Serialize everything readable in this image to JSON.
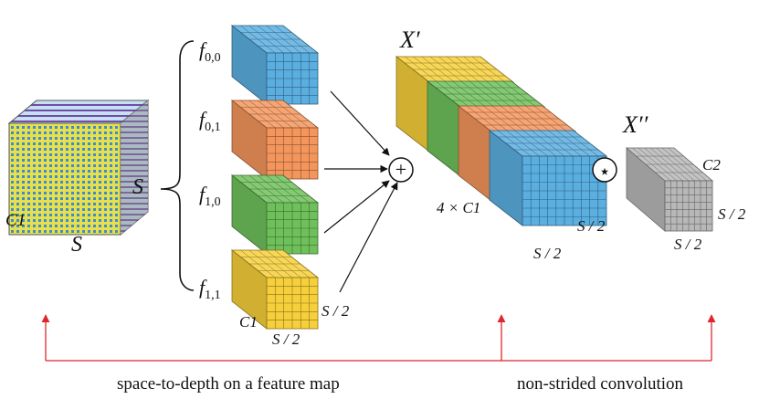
{
  "input": {
    "width_label": "S",
    "height_label": "S",
    "depth_label": "C1"
  },
  "slices": [
    {
      "label_main": "f",
      "label_sub": "0,0",
      "color": "#5aaee0"
    },
    {
      "label_main": "f",
      "label_sub": "0,1",
      "color": "#f4955c"
    },
    {
      "label_main": "f",
      "label_sub": "1,0",
      "color": "#6ec05a"
    },
    {
      "label_main": "f",
      "label_sub": "1,1",
      "color": "#f6cf3a"
    }
  ],
  "slice_dims": {
    "depth": "C1",
    "width": "S / 2",
    "height": "S / 2"
  },
  "concat": {
    "name": "X′",
    "operator": "+",
    "depth": "4 × C1",
    "width": "S / 2",
    "height": "S / 2"
  },
  "conv": {
    "operator": "⋆"
  },
  "output": {
    "name": "X′′",
    "depth": "C2",
    "width": "S / 2",
    "height": "S / 2",
    "color": "#b8b8b8"
  },
  "captions": {
    "left": "space-to-depth on a feature map",
    "right": "non-strided convolution"
  },
  "colors": {
    "accent": "#e0262b"
  }
}
